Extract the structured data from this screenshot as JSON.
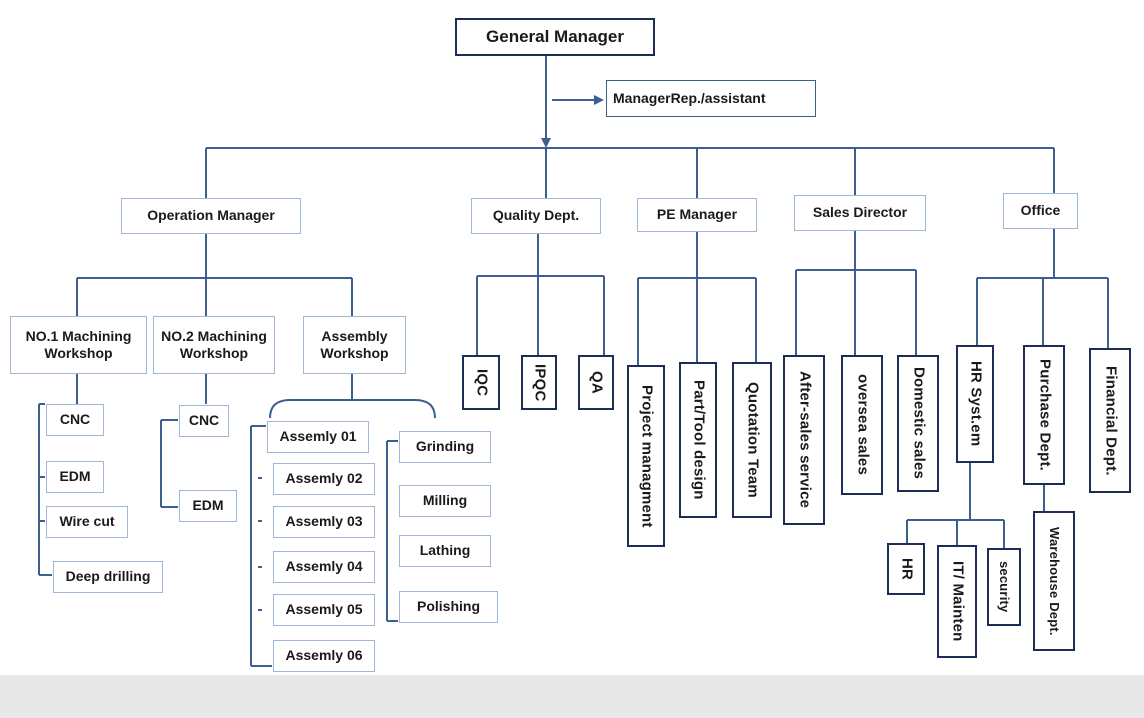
{
  "general_manager": "General Manager",
  "manager_rep": "ManagerRep./assistant",
  "departments": {
    "operation_manager": "Operation Manager",
    "quality_dept": "Quality Dept.",
    "pe_manager": "PE Manager",
    "sales_director": "Sales Director",
    "office": "Office"
  },
  "workshops": {
    "no1": "NO.1 Machining Workshop",
    "no2": "NO.2 Machining Workshop",
    "assembly": "Assembly Workshop"
  },
  "no1_items": [
    "CNC",
    "EDM",
    "Wire cut",
    "Deep drilling"
  ],
  "no2_items": [
    "CNC",
    "EDM"
  ],
  "assembly_items": [
    "Assemly 01",
    "Assemly 02",
    "Assemly 03",
    "Assemly 04",
    "Assemly 05",
    "Assemly 06"
  ],
  "process_items": [
    "Grinding",
    "Milling",
    "Lathing",
    "Polishing"
  ],
  "quality_items": [
    "IQC",
    "IPQC",
    "QA"
  ],
  "pe_items": [
    "Project  managment",
    "Part/Tool design",
    "Quotation Team"
  ],
  "sales_items": [
    "After-sales service",
    "oversea sales",
    "Domestic sales"
  ],
  "office_items": {
    "hr_system": "HR  Syst.em",
    "purchase": "Purchase Dept.",
    "financial": "Financial Dept.",
    "hr": "HR",
    "it": "IT/ Mainten",
    "security": "security",
    "warehouse": "Warehouse Dept."
  },
  "colors": {
    "line": "#3d5f8f",
    "box_border": "#3d5f8f",
    "dark_border": "#1d2d55",
    "background": "#ffffff",
    "footer": "#e8e8e8"
  }
}
